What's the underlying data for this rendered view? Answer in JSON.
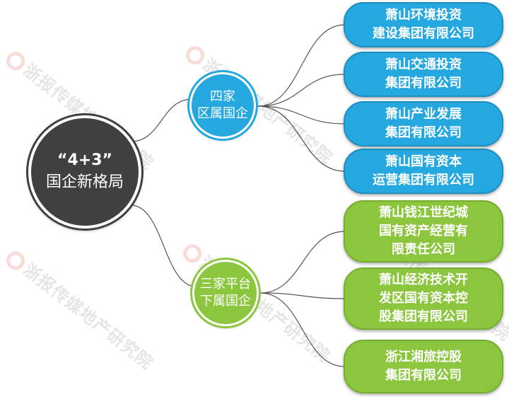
{
  "center": {
    "line1": "“4+3”",
    "line2": "国企新格局",
    "color": "#404040"
  },
  "groups": [
    {
      "key": "district",
      "label_line1": "四家",
      "label_line2": "区属国企",
      "color": "#25a7df",
      "companies": [
        {
          "line1": "萧山环境投资",
          "line2": "建设集团有限公司"
        },
        {
          "line1": "萧山交通投资",
          "line2": "集团有限公司"
        },
        {
          "line1": "萧山产业发展",
          "line2": "集团有限公司"
        },
        {
          "line1": "萧山国有资本",
          "line2": "运营集团有限公司"
        }
      ]
    },
    {
      "key": "platform",
      "label_line1": "三家平台",
      "label_line2": "下属国企",
      "color": "#8cc63f",
      "companies": [
        {
          "line1": "萧山钱江世纪城",
          "line2": "国有资产经营有",
          "line3": "限责任公司"
        },
        {
          "line1": "萧山经济技术开",
          "line2": "发区国有资本控",
          "line3": "股集团有限公司"
        },
        {
          "line1": "浙江湘旅控股",
          "line2": "集团有限公司"
        }
      ]
    }
  ],
  "watermark": {
    "text": "浙报传媒地产研究院"
  }
}
